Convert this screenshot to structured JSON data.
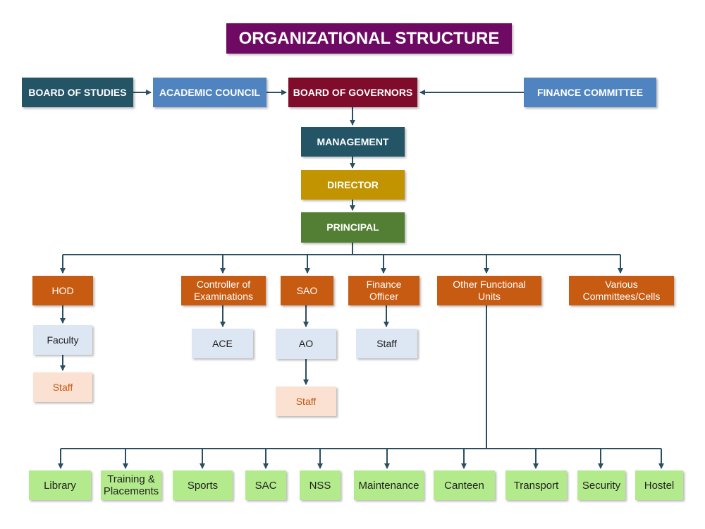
{
  "title": "ORGANIZATIONAL STRUCTURE",
  "top_row": {
    "board_of_studies": "BOARD OF STUDIES",
    "academic_council": "ACADEMIC COUNCIL",
    "board_of_governors": "BOARD OF GOVERNORS",
    "finance_committee": "FINANCE COMMITTEE"
  },
  "chain": {
    "management": "MANAGEMENT",
    "director": "DIRECTOR",
    "principal": "PRINCIPAL"
  },
  "branches": {
    "hod": "HOD",
    "faculty": "Faculty",
    "hod_staff": "Staff",
    "coe": "Controller of Examinations",
    "ace": "ACE",
    "sao": "SAO",
    "ao": "AO",
    "sao_staff": "Staff",
    "finance_officer": "Finance Officer",
    "finance_staff": "Staff",
    "other_units": "Other Functional Units",
    "committees": "Various Committees/Cells"
  },
  "units": [
    "Library",
    "Training & Placements",
    "Sports",
    "SAC",
    "NSS",
    "Maintenance",
    "Canteen",
    "Transport",
    "Security",
    "Hostel"
  ],
  "colors": {
    "title": "#6e0a63",
    "dark_teal": "#245567",
    "blue": "#4f84c0",
    "maroon": "#7f0c2b",
    "gold": "#c29401",
    "green": "#527f33",
    "orange": "#c75b12",
    "pale_blue": "#dde6f3",
    "peach": "#fbe1d1",
    "lime": "#b3ea8c",
    "connector": "#2b4f62"
  }
}
